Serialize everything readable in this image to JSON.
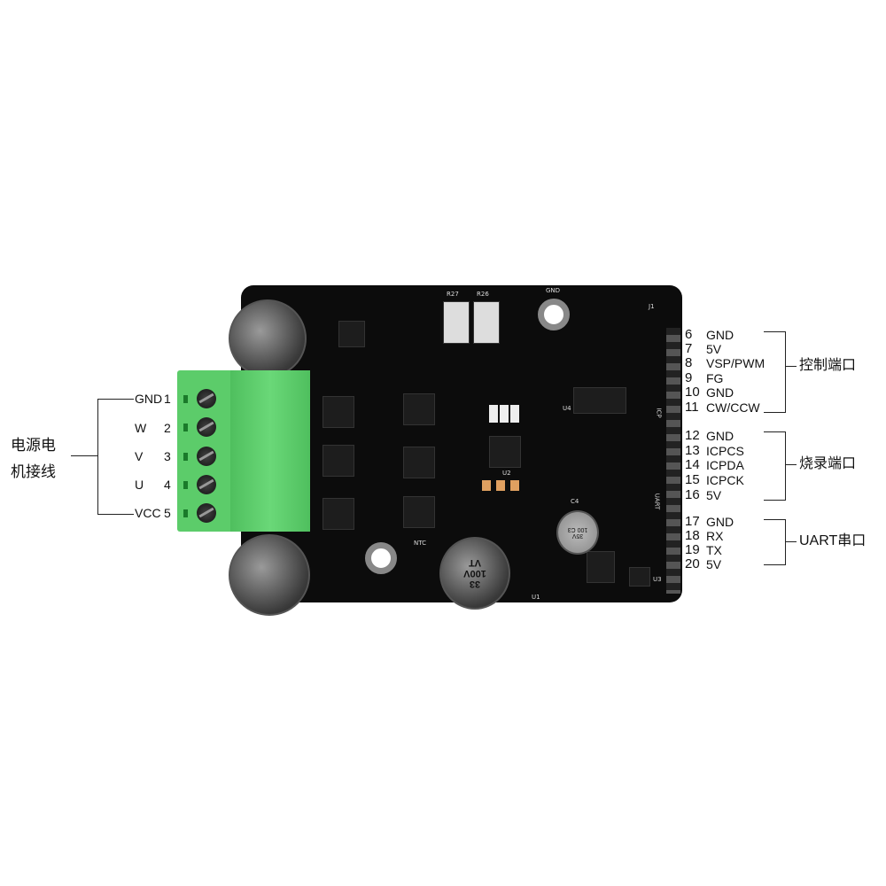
{
  "motor_connector": {
    "title_line1": "电源电",
    "title_line2": "机接线",
    "pins": [
      {
        "name": "GND",
        "num": "1"
      },
      {
        "name": "W",
        "num": "2"
      },
      {
        "name": "V",
        "num": "3"
      },
      {
        "name": "U",
        "num": "4"
      },
      {
        "name": "VCC",
        "num": "5"
      }
    ]
  },
  "header_groups": [
    {
      "label": "控制端口",
      "pins": [
        {
          "num": "6",
          "name": "GND"
        },
        {
          "num": "7",
          "name": "5V"
        },
        {
          "num": "8",
          "name": "VSP/PWM"
        },
        {
          "num": "9",
          "name": "FG"
        },
        {
          "num": "10",
          "name": "GND"
        },
        {
          "num": "11",
          "name": "CW/CCW"
        }
      ]
    },
    {
      "label": "烧录端口",
      "pins": [
        {
          "num": "12",
          "name": "GND"
        },
        {
          "num": "13",
          "name": "ICPCS"
        },
        {
          "num": "14",
          "name": "ICPDA"
        },
        {
          "num": "15",
          "name": "ICPCK"
        },
        {
          "num": "16",
          "name": "5V"
        }
      ]
    },
    {
      "label": "UART串口",
      "pins": [
        {
          "num": "17",
          "name": "GND"
        },
        {
          "num": "18",
          "name": "RX"
        },
        {
          "num": "19",
          "name": "TX"
        },
        {
          "num": "20",
          "name": "5V"
        }
      ]
    }
  ],
  "board_silk": {
    "r27": "R27",
    "r26": "R26",
    "gnd": "GND",
    "u4": "U4",
    "u2": "U2",
    "u1": "U1",
    "u3": "U3",
    "c4": "C4",
    "ntc": "NTC",
    "icp": "ICP",
    "uart": "UART",
    "j1": "J1",
    "cap_big": "33 100V VT",
    "cap_small": "35V 100 C3"
  }
}
